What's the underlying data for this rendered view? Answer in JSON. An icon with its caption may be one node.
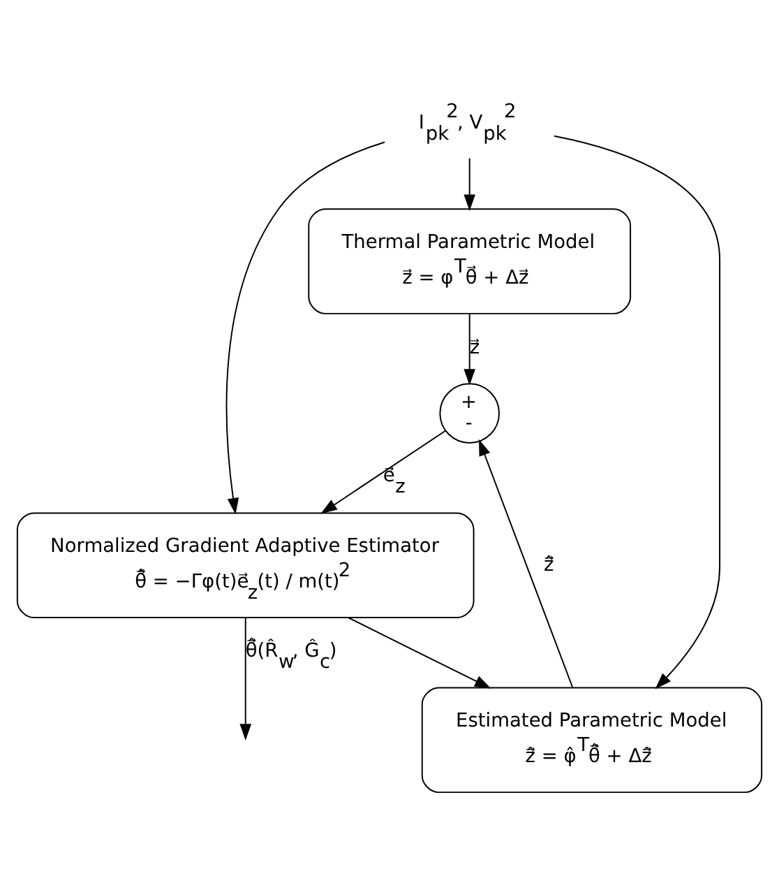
{
  "diagram": {
    "nodes": [
      {
        "text": [
          "I$_{pk}$$^{2}$, V$_{pk}$$^{2}$"
        ]
      },
      {
        "text": [
          "Thermal Parametric Model",
          "z⃗ = φ$^{T}$θ⃗ + Δz⃗"
        ]
      },
      {
        "text": [
          "+",
          "-"
        ]
      },
      {
        "text": [
          "Estimated Parametric Model",
          "ẑ⃗ = φ̂$^{T}$θ̂⃗ + Δẑ⃗"
        ]
      },
      {
        "text": [
          "Normalized Gradient Adaptive Estimator",
          "θ̂̇⃗ = −Γφ(t)e⃗$_{z}$(t) / m(t)$^{2}$"
        ]
      }
    ],
    "edges": [
      {
        "from": 0,
        "to": 1,
        "arrow": "to"
      },
      {
        "from": 0,
        "to": 3,
        "arrow": "to"
      },
      {
        "from": 0,
        "to": 4,
        "arrow": "to"
      },
      {
        "from": 1,
        "to": 2,
        "arrow": "to",
        "label": "z⃗"
      },
      {
        "from": 3,
        "to": 2,
        "arrow": "to",
        "label": "ẑ⃗"
      },
      {
        "from": 2,
        "to": 4,
        "arrow": "to",
        "label": "e⃗$_{z}$"
      },
      {
        "from": 4,
        "to": null,
        "arrow": "to",
        "label": "θ̂⃗(R̂$_{w}$, Ĝ$_{c}$)"
      },
      {
        "from": 4,
        "to": 3,
        "arrow": "to"
      }
    ]
  }
}
